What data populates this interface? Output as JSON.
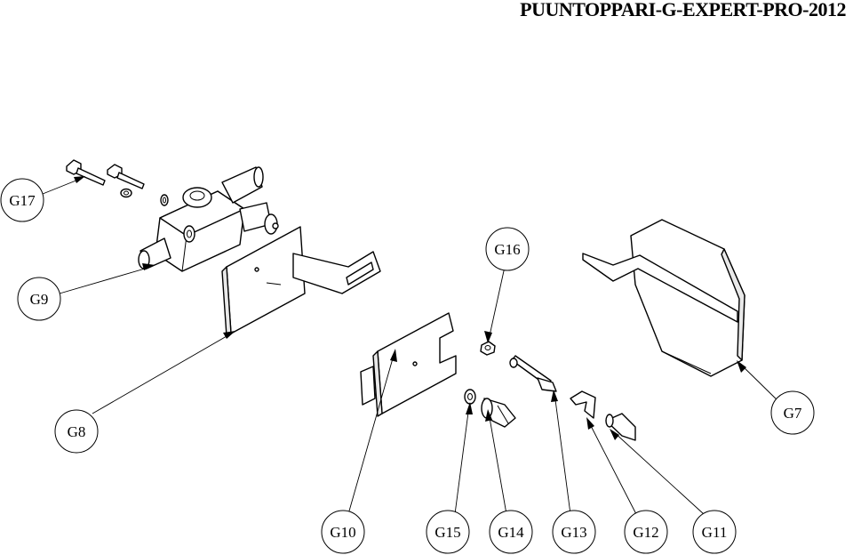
{
  "title": "PUUNTOPPARI-G-EXPERT-PRO-2012",
  "labels": {
    "g17": "G17",
    "g9": "G9",
    "g8": "G8",
    "g16": "G16",
    "g7": "G7",
    "g10": "G10",
    "g15": "G15",
    "g14": "G14",
    "g13": "G13",
    "g12": "G12",
    "g11": "G11"
  }
}
